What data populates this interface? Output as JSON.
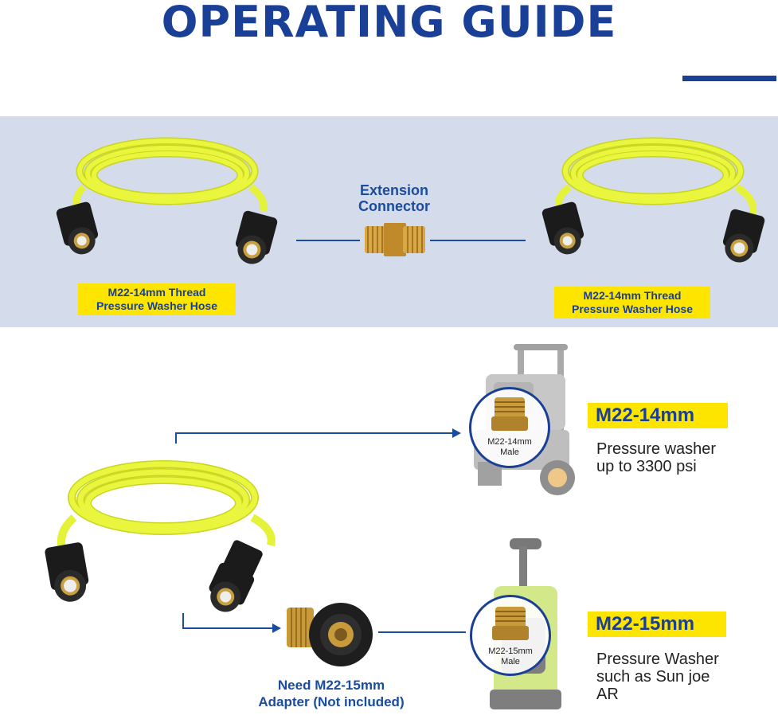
{
  "header": {
    "title": "OPERATING GUIDE"
  },
  "extension_section": {
    "connector_label_line1": "Extension",
    "connector_label_line2": "Connector",
    "hose_left_line1": "M22-14mm Thread",
    "hose_left_line2": "Pressure Washer Hose",
    "hose_right_line1": "M22-14mm Thread",
    "hose_right_line2": "Pressure Washer Hose"
  },
  "option_14mm": {
    "circle_line1": "M22-14mm",
    "circle_line2": "Male",
    "spec": "M22-14mm",
    "desc_line1": "Pressure washer",
    "desc_line2": "up to 3300 psi"
  },
  "option_15mm": {
    "circle_line1": "M22-15mm",
    "circle_line2": "Male",
    "spec": "M22-15mm",
    "desc_line1": "Pressure Washer",
    "desc_line2": "such as Sun joe",
    "desc_line3": "AR"
  },
  "adapter": {
    "line1": "Need M22-15mm",
    "line2": "Adapter (Not included)"
  },
  "colors": {
    "navy": "#1a3f96",
    "yellow_label": "#fee500",
    "hose_yellow": "#e4f23a",
    "band": "#d4dbea"
  }
}
